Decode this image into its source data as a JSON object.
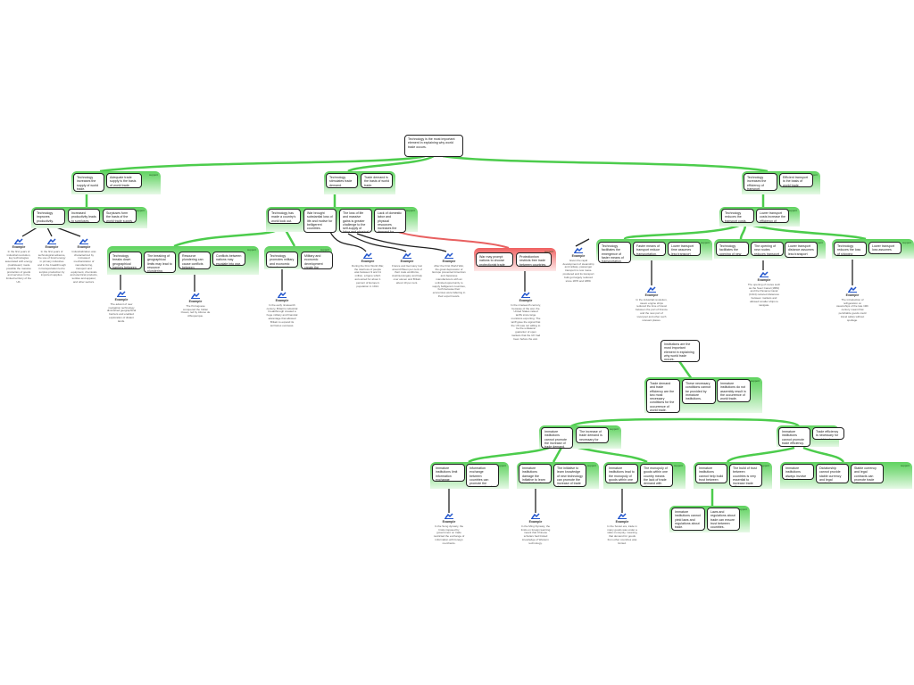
{
  "map": {
    "root": {
      "text": "Technology is the most important element in explaining why world trade occurs."
    },
    "root2": {
      "text": "Institutions are the most important element in explaining why world trade occurs."
    },
    "group_label_support": "support",
    "nodes": {
      "a1": "Technology increases the supply of world trade.",
      "a2": "Adequate trade supply is the basis of world trade.",
      "a1_1": "Technology improves productivity.",
      "a1_2": "Increased productivity leads to surpluses.",
      "a1_3": "Surpluses form the basis of the world trade supply.",
      "b1": "Technology stimulates trade demand.",
      "b2": "Trade demand is the basis of world trade.",
      "b1_1": "Technology has made a country's world look out.",
      "b1_2": "War brought substantial loss of life and motive for belligerent countries.",
      "b1_3": "The loss of life and massive gains is greater challenge to the self-supply of labor and physical resources.",
      "b1_4": "Lack of domestic labor and physical resources increases the demand for import in belligerent countries.",
      "b1_1_1": "Technology breaks down geographical barriers between countries.",
      "b1_1_2": "The breaking of geographical limits may lead to resource plundering.",
      "b1_1_3": "Resource plundering can cause conflicts between countries.",
      "b1_1_4": "Conflicts between nations may escalate into war.",
      "b1_1_5": "Technology promotes military and economic development.",
      "b1_1_6": "Military and economic development create the conditions for war.",
      "o1": "War may prompt nations to choose protectionist trade policies.",
      "o2": "Protectionism restricts free trade between countries.",
      "c1": "Technology increases the efficiency of transport.",
      "c2": "Efficient transport is the basis of world trade.",
      "c1_1": "Technology reduces the transport costs.",
      "c1_2": "Lower transport costs increase the efficiency of transport.",
      "c1_1_1": "Technology facilitates the emergence of faster means of transportation.",
      "c1_1_2": "Faster means of transport reduce transportation.",
      "c1_1_3": "Lower transport time assumes less transport costs.",
      "c1_1_4": "Technology facilitates the opening of new routes.",
      "c1_1_5": "The opening of new routes reduces transport distance.",
      "c1_1_6": "Lower transport distance assumes less transport costs.",
      "c1_1_7": "Technology reduces the loss of shipping products.",
      "c1_1_8": "Lower transport loss assumes less transport costs.",
      "d1": "Trade demand and trade efficiency are the two most necessary conditions for the occurrence of world trade.",
      "d2": "These necessary conditions cannot be provided by immature institutions.",
      "d3": "Immature institutions do not assembly result in the occurrence of world trade.",
      "d1_1": "Immature institutions cannot promote the increase of trade demand.",
      "d1_2": "The increase of trade demand is necessary for world trade.",
      "d1_3": "Immature institutions cannot promote trade efficiency.",
      "d1_4": "Trade efficiency is necessary for world trade.",
      "e1": "Immature institutions limit information exchange between countries.",
      "e2": "Information exchange between countries can promote the increase of trade demand.",
      "e3": "Immature institutions damage the initiative to learn knowledge of new technology.",
      "e4": "The initiative to learn knowledge of new technology can promote the increase of trade demand.",
      "e5": "Immature institutions lead to the monopoly of goods within one country.",
      "e6": "The monopoly of goods within one country means the lack of trade demand with other countries.",
      "f1": "Immature institutions cannot help build trust between countries.",
      "f2": "The build of trust between countries is very essential to increase trade efficiency.",
      "f3": "Immature institutions always involve dictatorship.",
      "f4": "Dictatorship cannot provide stable currency and legal contracts.",
      "f5": "Stable currency and legal contracts can promote trade efficiency.",
      "f1_1": "Immature institutions cannot yield laws and regulations about trade.",
      "f1_2": "Laws and regulations about trade can ensure trust between countries."
    },
    "example_title": "Example",
    "examples": {
      "x1": "In the first years of industrial revolution, key technologies associated with energy (coal/steam) made possible the massive production of goods and services in the limited territory of the UK.",
      "x2": "In the first years of technological advance, the use of fossil energy in primary industries and in the breakthrough in transportation led to surplus production by imported supplies.",
      "x3": "Industrialization was characterized by increased mechanization of manufacturing, transport and equipment, chemicals and electrical products, textiles and apparel, and other sectors.",
      "x4": "The advent of new navigation technology diminished geographical barriers and enabled exploration of distant lands.",
      "x5": "The Portuguese conquered the Indian Ocean, led by Afonso de Albuquerque.",
      "x6": "In the early nineteenth century, Britain's industrial breakthrough created a huge military and financial advantage that allowed Britain to expand its territories overseas.",
      "x7": "During the First World War, the total loss of people was between 9 and 11 million, a figure which accounted for about 1 percent of Europe's population in 1914.",
      "x8": "France and Germany lost around fifteen per cent of their male workforce, Austria-Hungary and Italy over eleven and Britain about 10 per cent.",
      "x9": "After the First World War, the great depression of Europe prevented American and Japanese manufacturers with an unlimited opportunity to supply belligerent countries, both because their economies were faltering in their export levels.",
      "x10": "In the nineteenth century, because of the war, the United States raised tariffs since large munitions exporting. The tariff gave the signal that the US was not willing to be the unilateral guarantor of open markets that the UK had been before the war.",
      "x11": "Given the rapid development of steamship and railway, passenger transport is now mass-produced and its transport bulk got largely reduced since 1870 and 1880.",
      "x12": "In the industrial revolution, steam engine ships reduced the time of travel between the port of France and the new port of Liverpool and other such relevant places.",
      "x13": "The opening of routes such as the Suez Canal (1869) and the Panama Canal (1914) reduced distances between markets and allowed smaller ships to navigate.",
      "x14": "The introduction of refrigeration on steamships of the late 19th century meant that perishable goods could travel safely without spoilage.",
      "x15": "In the Song dynasty, the limits imposed by government on trade restricted the exchange of information with foreign merchants.",
      "x16": "In the Ming Dynasty, the limits on foreign learning meant that Chinese scholars had limited knowledge of Western technology.",
      "x17": "In the Soviet era, trade in many goods was under a state monopoly, meaning that demand for goods from other countries was limited."
    }
  }
}
